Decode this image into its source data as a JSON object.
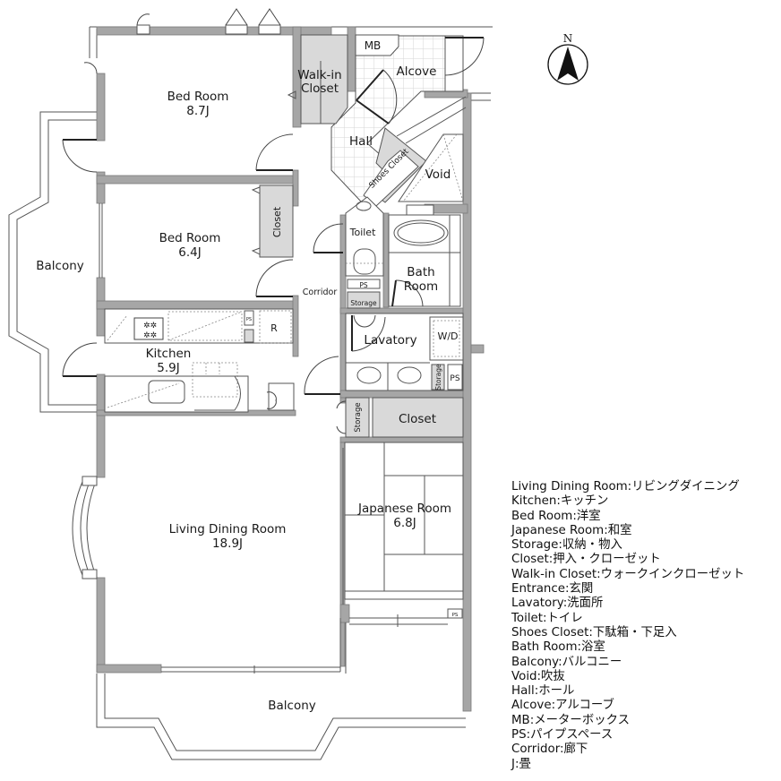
{
  "plan": {
    "rooms": {
      "bed_room_1": {
        "name": "Bed Room",
        "size": "8.7J"
      },
      "bed_room_2": {
        "name": "Bed Room",
        "size": "6.4J"
      },
      "kitchen": {
        "name": "Kitchen",
        "size": "5.9J"
      },
      "living_dining": {
        "name": "Living Dining Room",
        "size": "18.9J"
      },
      "japanese_room": {
        "name": "Japanese Room",
        "size": "6.8J"
      },
      "walk_in_closet": {
        "line1": "Walk-in",
        "line2": "Closet"
      },
      "closet_bed2": "Closet",
      "closet_main": "Closet",
      "mb": "MB",
      "alcove": "Alcove",
      "hall": "Hall",
      "shoes_closet": "Shoes Closet",
      "void": "Void",
      "toilet": "Toilet",
      "bath_room": {
        "line1": "Bath",
        "line2": "Room"
      },
      "ps_toilet": "PS",
      "storage_toilet": "Storage",
      "corridor": "Corridor",
      "lavatory": "Lavatory",
      "wd": "W/D",
      "storage_lavatory": "Storage",
      "ps_lavatory": "PS",
      "storage_entry": "Storage",
      "refrigerator": "R",
      "ps_kitchen": "PS",
      "ps_japanese": "PS",
      "balcony_west": "Balcony",
      "balcony_south": "Balcony"
    },
    "compass": {
      "label": "N"
    }
  },
  "legend": [
    "Living Dining Room:リビングダイニング",
    "Kitchen:キッチン",
    "Bed Room:洋室",
    "Japanese Room:和室",
    "Storage:収納・物入",
    "Closet:押入・クローゼット",
    "Walk-in Closet:ウォークインクローゼット",
    "Entrance:玄関",
    "Lavatory:洗面所",
    "Toilet:トイレ",
    "Shoes Closet:下駄箱・下足入",
    "Bath Room:浴室",
    "Balcony:バルコニー",
    "Void:吹抜",
    "Hall:ホール",
    "Alcove:アルコーブ",
    "MB:メーターボックス",
    "PS:パイプスペース",
    "Corridor:廊下",
    "J:畳"
  ],
  "colors": {
    "wall": "#a6a6a6",
    "storage_fill": "#d9d9d9",
    "tile": "#d5d5d5"
  }
}
